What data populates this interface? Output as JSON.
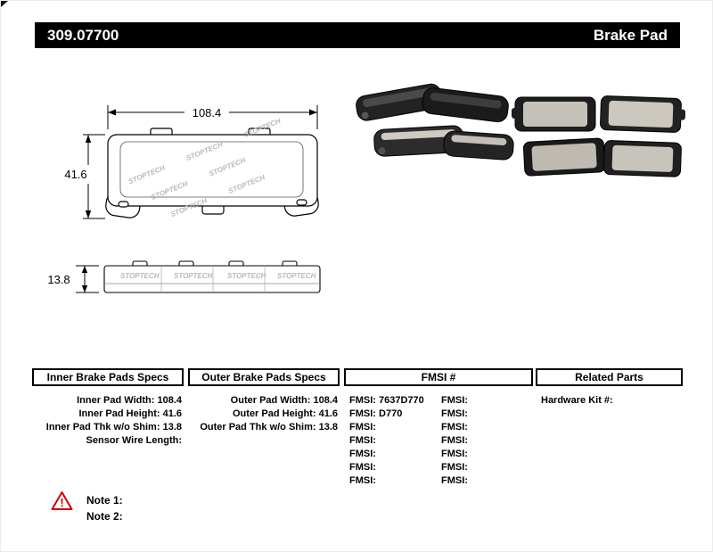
{
  "header": {
    "part_number": "309.07700",
    "product_name": "Brake Pad"
  },
  "diagram": {
    "width_label": "108.4",
    "height_label": "41.6",
    "thickness_label": "13.8",
    "watermark": "STOPTECH"
  },
  "tables": {
    "inner": {
      "title": "Inner Brake Pads Specs",
      "rows": [
        {
          "label": "Inner Pad Width:",
          "value": "108.4"
        },
        {
          "label": "Inner Pad Height:",
          "value": "41.6"
        },
        {
          "label": "Inner Pad Thk w/o Shim:",
          "value": "13.8"
        },
        {
          "label": "Sensor Wire Length:",
          "value": ""
        }
      ]
    },
    "outer": {
      "title": "Outer Brake Pads Specs",
      "rows": [
        {
          "label": "Outer Pad Width:",
          "value": "108.4"
        },
        {
          "label": "Outer Pad Height:",
          "value": "41.6"
        },
        {
          "label": "Outer Pad Thk w/o Shim:",
          "value": "13.8"
        }
      ]
    },
    "fmsi": {
      "title": "FMSI #",
      "left": [
        {
          "label": "FMSI:",
          "value": "7637D770"
        },
        {
          "label": "FMSI:",
          "value": "D770"
        },
        {
          "label": "FMSI:",
          "value": ""
        },
        {
          "label": "FMSI:",
          "value": ""
        },
        {
          "label": "FMSI:",
          "value": ""
        },
        {
          "label": "FMSI:",
          "value": ""
        },
        {
          "label": "FMSI:",
          "value": ""
        }
      ],
      "right": [
        {
          "label": "FMSI:",
          "value": ""
        },
        {
          "label": "FMSI:",
          "value": ""
        },
        {
          "label": "FMSI:",
          "value": ""
        },
        {
          "label": "FMSI:",
          "value": ""
        },
        {
          "label": "FMSI:",
          "value": ""
        },
        {
          "label": "FMSI:",
          "value": ""
        },
        {
          "label": "FMSI:",
          "value": ""
        }
      ]
    },
    "related": {
      "title": "Related Parts",
      "rows": [
        {
          "label": "Hardware Kit #:",
          "value": ""
        }
      ]
    }
  },
  "notes": {
    "warning_symbol": "!",
    "items": [
      "Note 1:",
      "Note 2:"
    ]
  }
}
